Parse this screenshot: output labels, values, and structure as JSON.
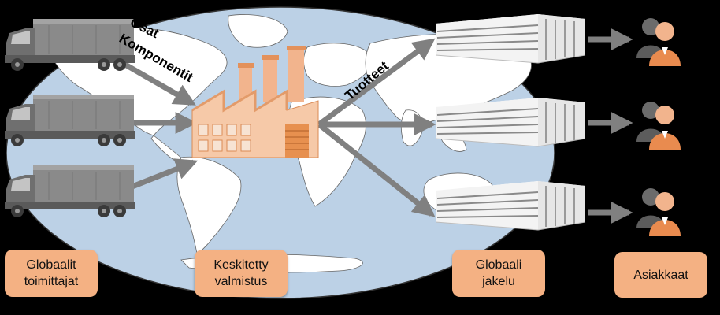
{
  "arrows": {
    "inbound_line1": "Osat",
    "inbound_line2": "Komponentit",
    "outbound": "Tuotteet"
  },
  "stages": {
    "suppliers": [
      "Globaalit",
      "toimittajat"
    ],
    "manufacturing": [
      "Keskitetty",
      "valmistus"
    ],
    "distribution": [
      "Globaali",
      "jakelu"
    ],
    "customers": [
      "Asiakkaat"
    ]
  },
  "colors": {
    "background": "#000000",
    "ocean": "#bcd1e6",
    "land": "#ffffff",
    "label_fill": "#f4b183",
    "factory": "#f6c9a8",
    "arrow": "#808080",
    "truck": "#7d7d7d"
  },
  "icons": {
    "supplier": "truck-icon",
    "factory": "factory-icon",
    "warehouse": "warehouse-icon",
    "customer": "customer-group-icon"
  }
}
